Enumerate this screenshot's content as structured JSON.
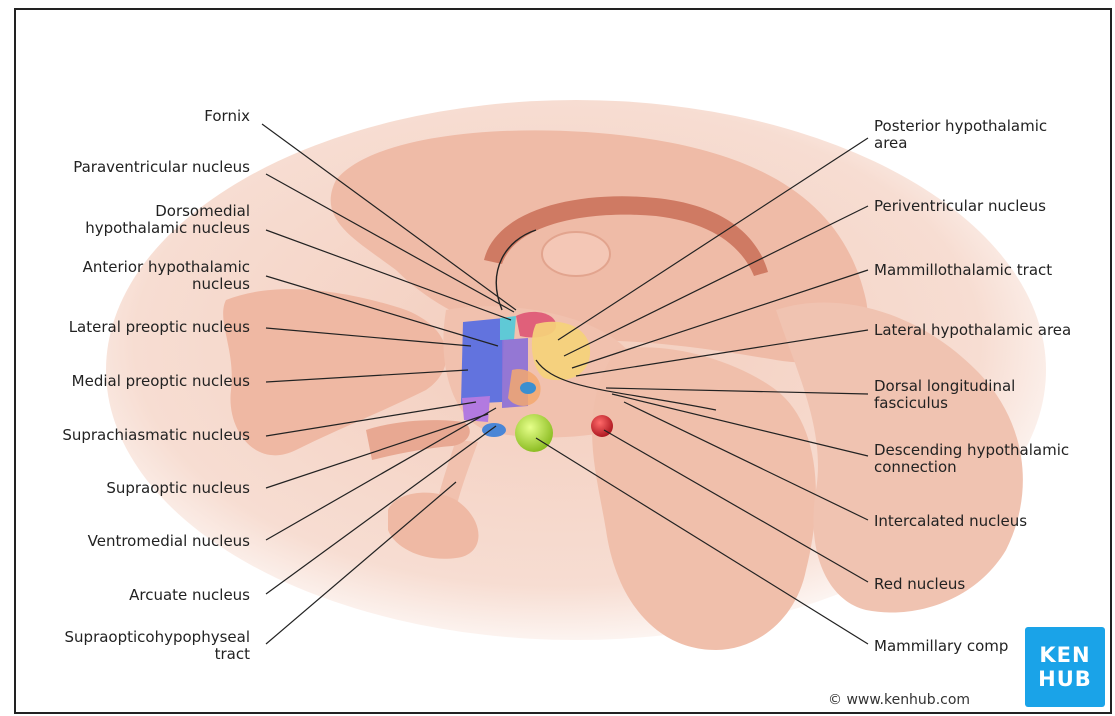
{
  "labels_left": [
    "Fornix",
    "Paraventricular nucleus",
    "Dorsomedial\nhypothalamic nucleus",
    "Anterior hypothalamic\nnucleus",
    "Lateral preoptic nucleus",
    "Medial preoptic nucleus",
    "Suprachiasmatic nucleus",
    "Supraoptic nucleus",
    "Ventromedial nucleus",
    "Arcuate nucleus",
    "Supraopticohypophyseal\ntract"
  ],
  "labels_right": [
    "Posterior hypothalamic\narea",
    "Periventricular nucleus",
    "Mammillothalamic tract",
    "Lateral hypothalamic area",
    "Dorsal longitudinal\nfasciculus",
    "Descending hypothalamic\nconnection",
    "Intercalated nucleus",
    "Red nucleus",
    "Mammillary comp"
  ],
  "copyright": "© www.kenhub.com",
  "logo": {
    "line1": "KEN",
    "line2": "HUB"
  },
  "colors": {
    "tissue": "#f2c4b2",
    "tissue_dark": "#e39a83",
    "cingulate_band": "#cf7a63",
    "blue_nucleus": "#5a6fe0",
    "purple_nucleus": "#b27ae0",
    "pink_nucleus": "#e0607a",
    "yellow_area": "#f5d27a",
    "green_body": "#b8e23c",
    "red_nucleus": "#d21f2a",
    "logo_blue": "#1aa3e8"
  }
}
